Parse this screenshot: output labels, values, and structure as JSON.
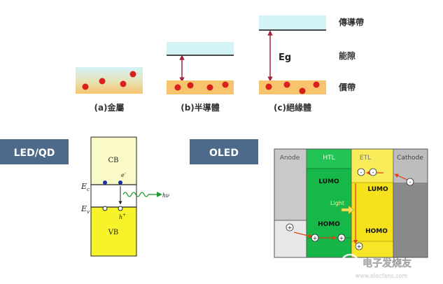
{
  "bands": {
    "conduction_band_label": "傳導帶",
    "gap_label": "能隙",
    "valence_band_label": "價帶",
    "gap_symbol": "Eg",
    "panels": [
      {
        "caption": "(a)金屬"
      },
      {
        "caption": "(b)半導體"
      },
      {
        "caption": "(c)絕緣體"
      }
    ]
  },
  "led_qd": {
    "tag": "LED/QD",
    "cb_label": "CB",
    "vb_label": "VB",
    "ec_label": "E",
    "ec_sub": "c",
    "ev_label": "E",
    "ev_sub": "v",
    "electron_label": "e",
    "electron_sup": "-",
    "hole_label": "h",
    "hole_sup": "+",
    "photon_label": "hν"
  },
  "oled": {
    "tag": "OLED",
    "anode_label": "Anode",
    "htl_label": "HTL",
    "etl_label": "ETL",
    "cathode_label": "Cathode",
    "lumo_htl": "LUMO",
    "homo_htl": "HOMO",
    "lumo_etl": "LUMO",
    "homo_etl": "HOMO",
    "light_label": "Light",
    "plus_sign": "+",
    "minus_sign": "-"
  },
  "watermark": {
    "text": "电子发烧友",
    "site": "www.elecfans.com"
  },
  "colors": {
    "band_cyan": "#d4f3f7",
    "band_orange": "#f7c36c",
    "particle_red": "#d9201c",
    "arrow_red": "#a3243c",
    "tag_blue": "#4d6a8a",
    "cb_yellow": "#fafac8",
    "vb_yellow": "#f7f32a",
    "oled_gray": "#c9c9c9",
    "oled_dark": "#8a8a8a",
    "htl_green": "#16b648",
    "etl_yellow": "#f6e627"
  }
}
